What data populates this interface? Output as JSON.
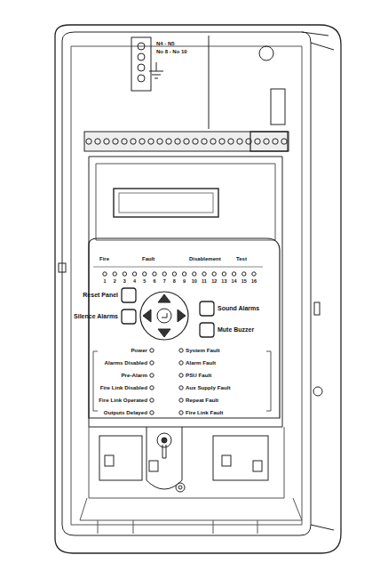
{
  "diagram": {
    "labels": [
      "N4 - N5",
      "No 8 - No 10",
      "Fire",
      "Fault",
      "Disablement",
      "Test",
      "1",
      "2",
      "3",
      "4",
      "5",
      "6",
      "7",
      "8",
      "9",
      "10",
      "11",
      "12",
      "13",
      "14",
      "15",
      "16",
      "Reset Panel",
      "Silence Alarms",
      "Sound Alarms",
      "Mute Buzzer",
      "Power",
      "Alarms Disabled",
      "Pre-Alarm",
      "Fire Link Disabled",
      "Fire Link Operated",
      "Outputs Delayed",
      "System Fault",
      "Alarm Fault",
      "PSU Fault",
      "Aux Supply Fault",
      "Repeat Fault",
      "Fire Link Fault"
    ]
  }
}
